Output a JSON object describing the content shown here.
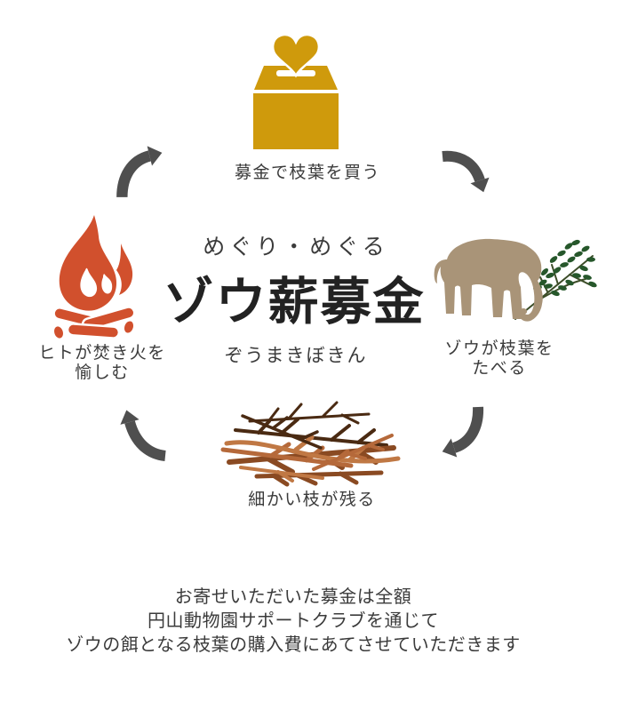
{
  "center": {
    "tagline": "めぐり・めぐる",
    "title": "ゾウ薪募金",
    "reading": "ぞうまきぼきん"
  },
  "steps": {
    "donation": {
      "label": "募金で枝葉を買う",
      "icon": "donation-box-heart-icon"
    },
    "elephant": {
      "label_line1": "ゾウが枝葉を",
      "label_line2": "たべる",
      "icon": "elephant-eating-branch-icon"
    },
    "branches": {
      "label": "細かい枝が残る",
      "icon": "branch-pile-icon"
    },
    "fire": {
      "label_line1": "ヒトが焚き火を",
      "label_line2": "愉しむ",
      "icon": "campfire-icon"
    }
  },
  "arrows": {
    "top_left": "curved-arrow-fire-to-donation",
    "top_right": "curved-arrow-donation-to-elephant",
    "bottom_right": "curved-arrow-elephant-to-branches",
    "bottom_left": "curved-arrow-branches-to-fire"
  },
  "footer": {
    "line1": "お寄せいただいた募金は全額",
    "line2": "円山動物園サポートクラブを通じて",
    "line3": "ゾウの餌となる枝葉の購入費にあてさせていただきます"
  },
  "colors": {
    "background": "#ffffff",
    "text": "#3b3b3b",
    "donation_box": "#cf9a0c",
    "fire": "#d1502d",
    "elephant": "#a99478",
    "leaf": "#26572b",
    "stem": "#3c4d28",
    "arrow": "#4f4f4f",
    "twig_dark": "#4a2a12",
    "twig_mid": "#8a4a22",
    "twig_light": "#b5693a",
    "twig_pale": "#c07844"
  }
}
